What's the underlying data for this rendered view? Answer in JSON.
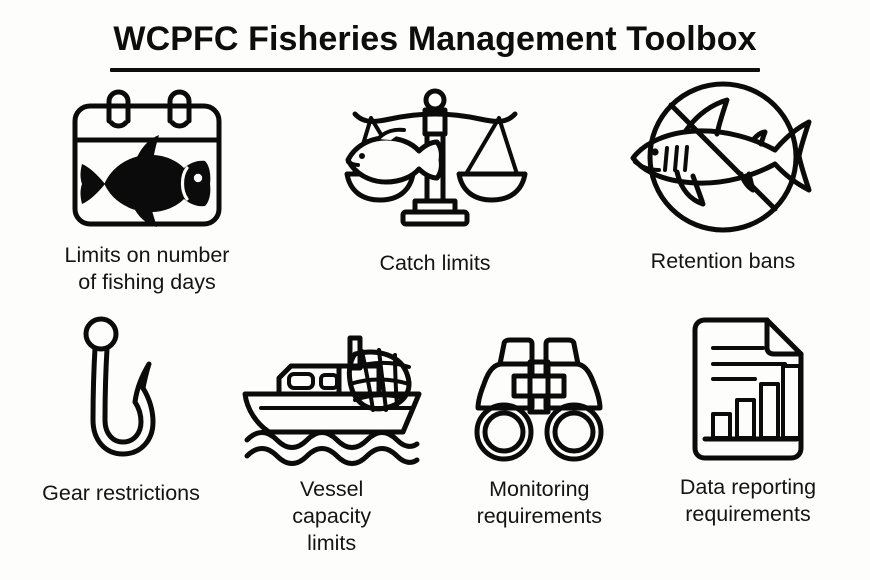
{
  "header": {
    "title": "WCPFC Fisheries Management Toolbox",
    "rule_color": "#0d0d0d"
  },
  "theme": {
    "background": "#fdfdfc",
    "ink": "#0b0b0b",
    "text": "#141414"
  },
  "measures": {
    "top_row": [
      {
        "id": "fishing-days",
        "icon": "calendar-fish-icon",
        "label": "Limits on number\nof fishing days"
      },
      {
        "id": "catch-limits",
        "icon": "balance-scale-fish-icon",
        "label": "Catch limits"
      },
      {
        "id": "retention-bans",
        "icon": "no-shark-icon",
        "label": "Retention bans"
      }
    ],
    "bottom_row": [
      {
        "id": "gear-restrictions",
        "icon": "fish-hook-icon",
        "label": "Gear restrictions"
      },
      {
        "id": "vessel-capacity",
        "icon": "fishing-vessel-icon",
        "label": "Vessel\ncapacity\nlimits"
      },
      {
        "id": "monitoring",
        "icon": "binoculars-icon",
        "label": "Monitoring\nrequirements"
      },
      {
        "id": "data-reporting",
        "icon": "document-chart-icon",
        "label": "Data reporting\nrequirements"
      }
    ]
  }
}
